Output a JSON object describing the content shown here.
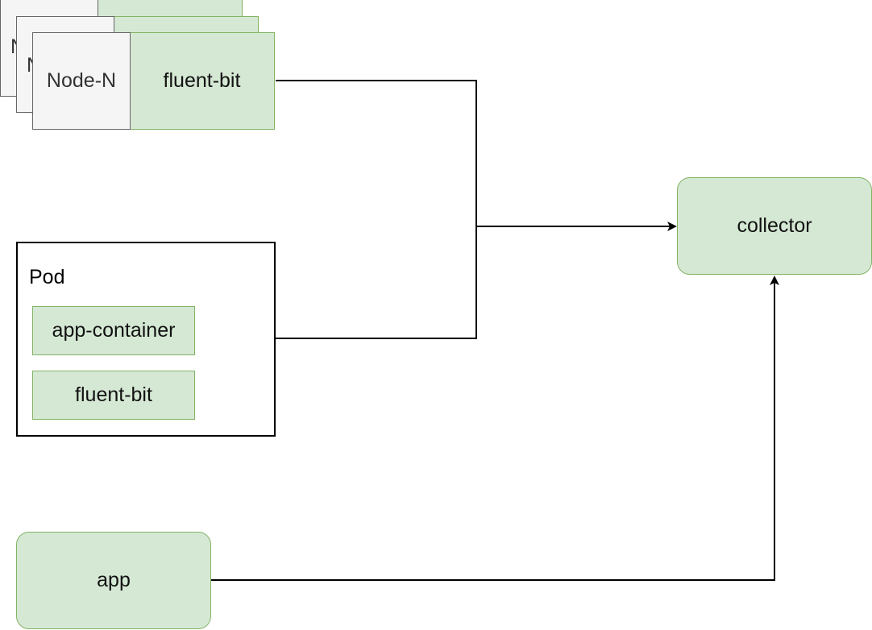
{
  "nodes": {
    "back_node_label": "N",
    "middle_node_label": "N",
    "front_node_label": "Node-N",
    "front_fluentbit_label": "fluent-bit"
  },
  "pod": {
    "title": "Pod",
    "app_container_label": "app-container",
    "fluentbit_label": "fluent-bit"
  },
  "collector": {
    "label": "collector"
  },
  "app": {
    "label": "app"
  },
  "colors": {
    "green_fill": "#d5e8d4",
    "green_border": "#82b366",
    "grey_fill": "#f5f5f5",
    "grey_border": "#666666",
    "line": "#000000"
  }
}
